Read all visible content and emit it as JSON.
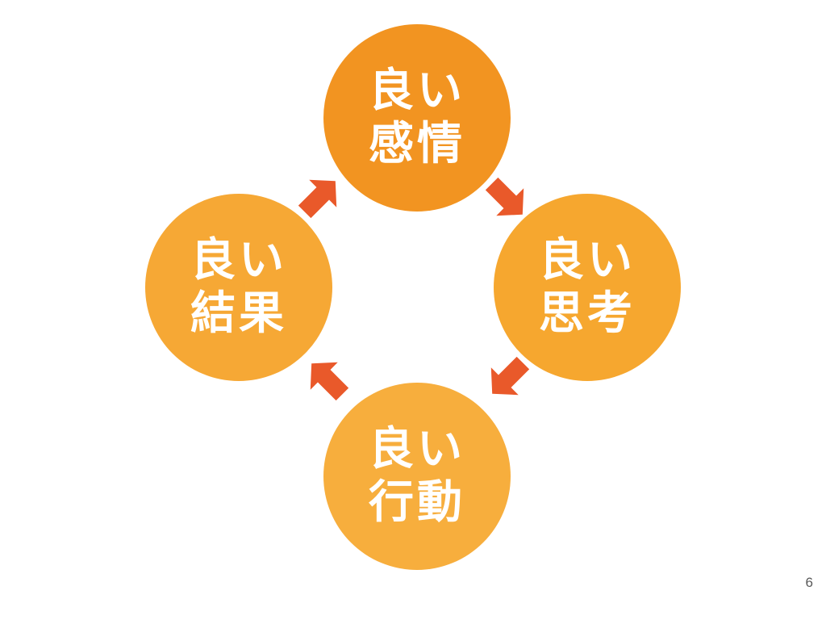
{
  "diagram": {
    "nodes": [
      {
        "id": "emotion",
        "line1": "良い",
        "line2": "感情",
        "color": "#F29421"
      },
      {
        "id": "thought",
        "line1": "良い",
        "line2": "思考",
        "color": "#F6A72F"
      },
      {
        "id": "action",
        "line1": "良い",
        "line2": "行動",
        "color": "#F7AE3D"
      },
      {
        "id": "result",
        "line1": "良い",
        "line2": "結果",
        "color": "#F6A835"
      }
    ],
    "arrow_color": "#E9592A",
    "flow": [
      "emotion",
      "thought",
      "action",
      "result",
      "emotion"
    ]
  },
  "page_number": "6"
}
